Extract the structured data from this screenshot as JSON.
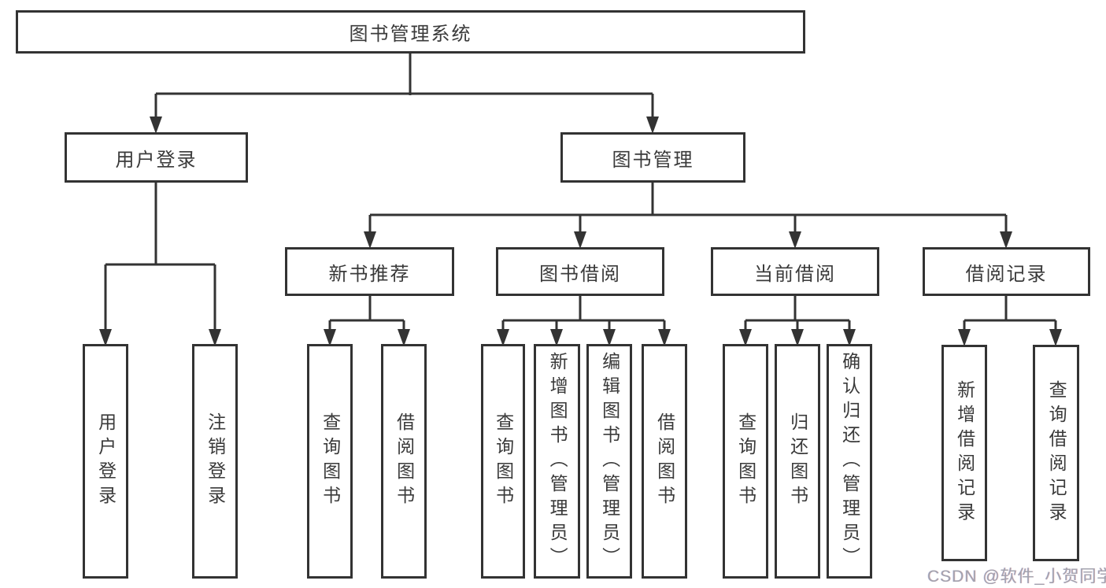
{
  "diagram_type": "hierarchy-tree",
  "colors": {
    "line": "#333333",
    "text": "#3a3a3a",
    "background": "#ffffff",
    "watermark": "#a3a3ae"
  },
  "watermark": "CSDN @软件_小贺同学",
  "tree": {
    "label": "图书管理系统",
    "children": [
      {
        "label": "用户登录",
        "children": [
          {
            "label": "用户登录"
          },
          {
            "label": "注销登录"
          }
        ]
      },
      {
        "label": "图书管理",
        "children": [
          {
            "label": "新书推荐",
            "children": [
              {
                "label": "查询图书"
              },
              {
                "label": "借阅图书"
              }
            ]
          },
          {
            "label": "图书借阅",
            "children": [
              {
                "label": "查询图书"
              },
              {
                "label": "新增图书（管理员）"
              },
              {
                "label": "编辑图书（管理员）"
              },
              {
                "label": "借阅图书"
              }
            ]
          },
          {
            "label": "当前借阅",
            "children": [
              {
                "label": "查询图书"
              },
              {
                "label": "归还图书"
              },
              {
                "label": "确认归还（管理员）"
              }
            ]
          },
          {
            "label": "借阅记录",
            "children": [
              {
                "label": "新增借阅记录"
              },
              {
                "label": "查询借阅记录"
              }
            ]
          }
        ]
      }
    ]
  }
}
